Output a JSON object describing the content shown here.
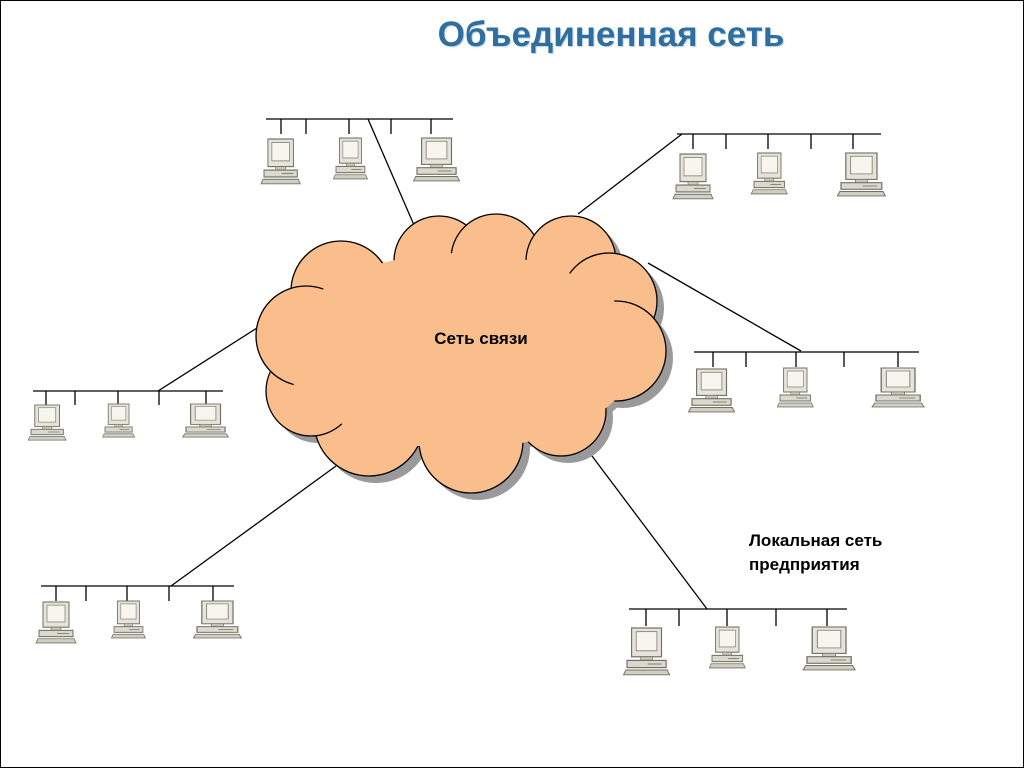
{
  "title": "Объединенная сеть",
  "cloud_label": "Сеть связи",
  "lan_label": [
    "Локальная сеть",
    "предприятия"
  ],
  "colors": {
    "title": "#2f6f9f",
    "cloud_fill": "#f9be8c",
    "cloud_shadow": "#9a9a9a",
    "line": "#000000",
    "computer_beige": "#e4e4da"
  },
  "icons": [
    "computer-icon",
    "cloud-shape"
  ]
}
